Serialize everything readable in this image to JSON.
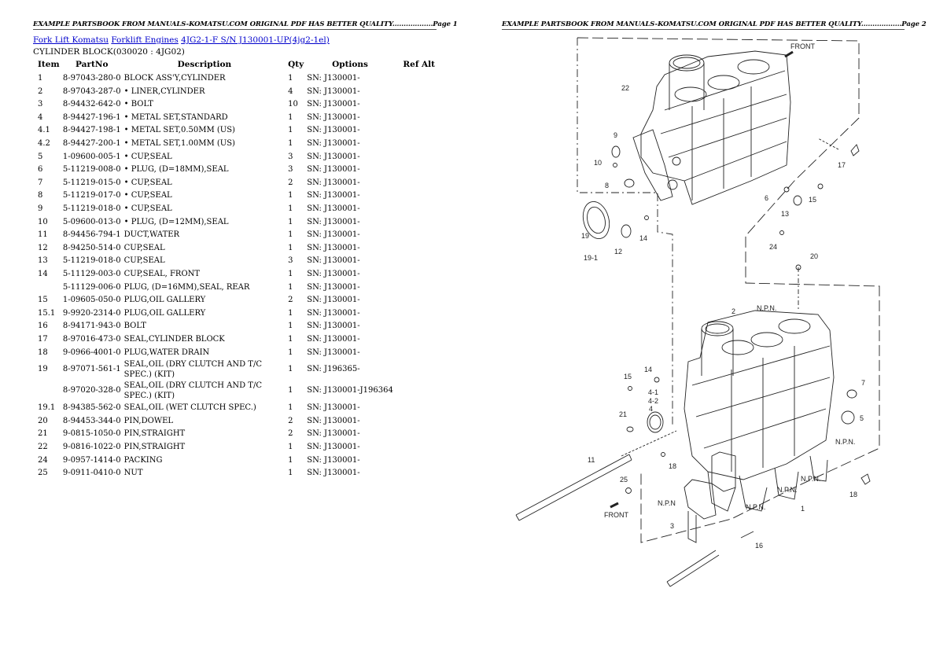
{
  "left_page": {
    "header": "EXAMPLE PARTSBOOK FROM MANUALS-KOMATSU.COM ORIGINAL PDF HAS BETTER QUALITY..................Page 1",
    "breadcrumb": [
      {
        "label": "Fork Lift Komatsu"
      },
      {
        "label": "Forklift Engines"
      },
      {
        "label": "4JG2-1-F S/N J130001-UP(4jg2-1el)"
      }
    ],
    "section_title": "CYLINDER BLOCK(030020 : 4JG02)",
    "table": {
      "columns": [
        "Item",
        "PartNo",
        "Description",
        "Qty",
        "Options",
        "Ref Alt"
      ],
      "rows": [
        {
          "item": "1",
          "part": "8-97043-280-0",
          "desc": "BLOCK ASS'Y,CYLINDER",
          "qty": "1",
          "opt": "SN: J130001-"
        },
        {
          "item": "2",
          "part": "8-97043-287-0",
          "desc": "• LINER,CYLINDER",
          "qty": "4",
          "opt": "SN: J130001-"
        },
        {
          "item": "3",
          "part": "8-94432-642-0",
          "desc": "• BOLT",
          "qty": "10",
          "opt": "SN: J130001-"
        },
        {
          "item": "4",
          "part": "8-94427-196-1",
          "desc": "• METAL SET,STANDARD",
          "qty": "1",
          "opt": "SN: J130001-"
        },
        {
          "item": "4.1",
          "part": "8-94427-198-1",
          "desc": "• METAL SET,0.50MM (US)",
          "qty": "1",
          "opt": "SN: J130001-"
        },
        {
          "item": "4.2",
          "part": "8-94427-200-1",
          "desc": "• METAL SET,1.00MM (US)",
          "qty": "1",
          "opt": "SN: J130001-"
        },
        {
          "item": "5",
          "part": "1-09600-005-1",
          "desc": "• CUP,SEAL",
          "qty": "3",
          "opt": "SN: J130001-"
        },
        {
          "item": "6",
          "part": "5-11219-008-0",
          "desc": "• PLUG, (D=18MM),SEAL",
          "qty": "3",
          "opt": "SN: J130001-"
        },
        {
          "item": "7",
          "part": "5-11219-015-0",
          "desc": "• CUP,SEAL",
          "qty": "2",
          "opt": "SN: J130001-"
        },
        {
          "item": "8",
          "part": "5-11219-017-0",
          "desc": "• CUP,SEAL",
          "qty": "1",
          "opt": "SN: J130001-"
        },
        {
          "item": "9",
          "part": "5-11219-018-0",
          "desc": "• CUP,SEAL",
          "qty": "1",
          "opt": "SN: J130001-"
        },
        {
          "item": "10",
          "part": "5-09600-013-0",
          "desc": "• PLUG, (D=12MM),SEAL",
          "qty": "1",
          "opt": "SN: J130001-"
        },
        {
          "item": "11",
          "part": "8-94456-794-1",
          "desc": "DUCT,WATER",
          "qty": "1",
          "opt": "SN: J130001-"
        },
        {
          "item": "12",
          "part": "8-94250-514-0",
          "desc": "CUP,SEAL",
          "qty": "1",
          "opt": "SN: J130001-"
        },
        {
          "item": "13",
          "part": "5-11219-018-0",
          "desc": "CUP,SEAL",
          "qty": "3",
          "opt": "SN: J130001-"
        },
        {
          "item": "14",
          "part": "5-11129-003-0",
          "desc": "CUP,SEAL, FRONT",
          "qty": "1",
          "opt": "SN: J130001-"
        },
        {
          "item": "",
          "part": "5-11129-006-0",
          "desc": "PLUG, (D=16MM),SEAL, REAR",
          "qty": "1",
          "opt": "SN: J130001-"
        },
        {
          "item": "15",
          "part": "1-09605-050-0",
          "desc": "PLUG,OIL GALLERY",
          "qty": "2",
          "opt": "SN: J130001-"
        },
        {
          "item": "15.1",
          "part": "9-9920-2314-0",
          "desc": "PLUG,OIL GALLERY",
          "qty": "1",
          "opt": "SN: J130001-"
        },
        {
          "item": "16",
          "part": "8-94171-943-0",
          "desc": "BOLT",
          "qty": "1",
          "opt": "SN: J130001-"
        },
        {
          "item": "17",
          "part": "8-97016-473-0",
          "desc": "SEAL,CYLINDER BLOCK",
          "qty": "1",
          "opt": "SN: J130001-"
        },
        {
          "item": "18",
          "part": "9-0966-4001-0",
          "desc": "PLUG,WATER DRAIN",
          "qty": "1",
          "opt": "SN: J130001-"
        },
        {
          "item": "19",
          "part": "8-97071-561-1",
          "desc": "SEAL,OIL (DRY CLUTCH AND T/C SPEC.) (KIT)",
          "qty": "1",
          "opt": "SN: J196365-"
        },
        {
          "item": "",
          "part": "8-97020-328-0",
          "desc": "SEAL,OIL (DRY CLUTCH AND T/C SPEC.) (KIT)",
          "qty": "1",
          "opt": "SN: J130001-J196364"
        },
        {
          "item": "19.1",
          "part": "8-94385-562-0",
          "desc": "SEAL,OIL (WET CLUTCH SPEC.)",
          "qty": "1",
          "opt": "SN: J130001-"
        },
        {
          "item": "20",
          "part": "8-94453-344-0",
          "desc": "PIN,DOWEL",
          "qty": "2",
          "opt": "SN: J130001-"
        },
        {
          "item": "21",
          "part": "9-0815-1050-0",
          "desc": "PIN,STRAIGHT",
          "qty": "2",
          "opt": "SN: J130001-"
        },
        {
          "item": "22",
          "part": "9-0816-1022-0",
          "desc": "PIN,STRAIGHT",
          "qty": "1",
          "opt": "SN: J130001-"
        },
        {
          "item": "24",
          "part": "9-0957-1414-0",
          "desc": "PACKING",
          "qty": "1",
          "opt": "SN: J130001-"
        },
        {
          "item": "25",
          "part": "9-0911-0410-0",
          "desc": "NUT",
          "qty": "1",
          "opt": "SN: J130001-"
        }
      ]
    }
  },
  "right_page": {
    "header": "EXAMPLE PARTSBOOK FROM MANUALS-KOMATSU.COM ORIGINAL PDF HAS BETTER QUALITY..................Page 2",
    "diagram": {
      "front_label_top": "FRONT",
      "front_label_bottom": "FRONT",
      "npn_label": "N.P.N.",
      "callouts_top": [
        "22",
        "9",
        "10",
        "8",
        "19",
        "12",
        "14",
        "19-1",
        "17",
        "6",
        "13",
        "15",
        "24",
        "20"
      ],
      "callouts_bottom": [
        "2",
        "N.P.N.",
        "14",
        "15",
        "4-1",
        "4-2",
        "4",
        "21",
        "7",
        "5",
        "N.P.N.",
        "11",
        "18",
        "25",
        "N.P.N.",
        "N.P.N.",
        "N.P.N.",
        "18",
        "1",
        "3",
        "16"
      ]
    }
  }
}
